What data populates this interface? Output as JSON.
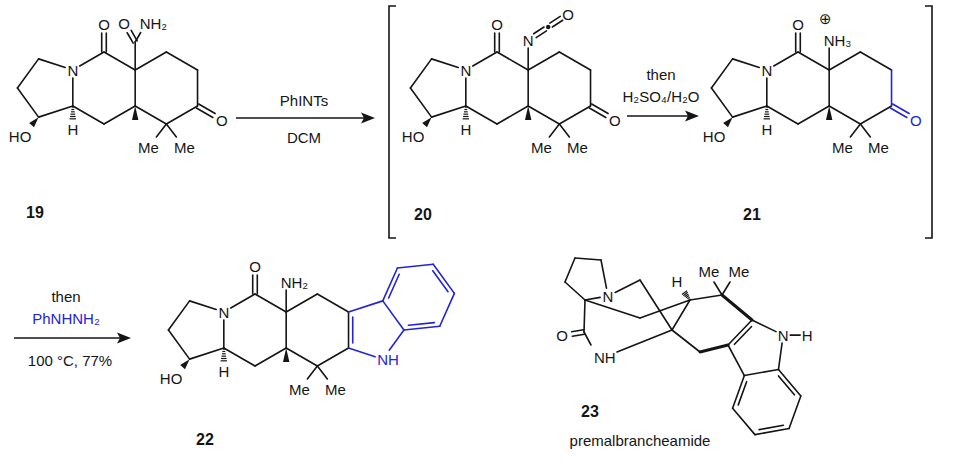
{
  "diagram": {
    "labels": [
      "O",
      "O",
      "NH₂",
      "N",
      "O",
      "HO",
      "H",
      "Me",
      "Me",
      "19",
      "PhINTs",
      "DCM",
      "O",
      "N",
      "O",
      "N",
      "O",
      "HO",
      "H",
      "Me",
      "Me",
      "20",
      "then",
      "H₂SO₄/H₂O",
      "⊕",
      "NH₃",
      "O",
      "N",
      "O",
      "HO",
      "H",
      "Me",
      "Me",
      "21",
      "then",
      "PhNHNH₂",
      "100 °C, 77%",
      "O",
      "NH₂",
      "N",
      "HO",
      "H",
      "Me",
      "Me",
      "NH",
      "22",
      "N",
      "O",
      "NH",
      "Me",
      "Me",
      "N",
      "H",
      "H",
      "23",
      "premalbrancheamide"
    ]
  }
}
